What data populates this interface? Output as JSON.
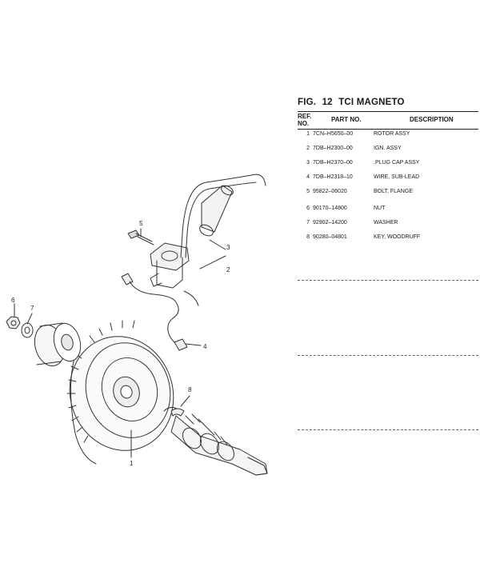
{
  "header": {
    "fig_label": "FIG.",
    "fig_number": "12",
    "fig_title": "TCI MAGNETO"
  },
  "columns": {
    "ref": "REF.",
    "no": "NO.",
    "part_no": "PART NO.",
    "description": "DESCRIPTION"
  },
  "parts": [
    {
      "ref": "1",
      "part_no": "7CN–H5650–00",
      "description": "ROTOR ASSY"
    },
    {
      "ref": "2",
      "part_no": "7DB–H2300–00",
      "description": "IGN. ASSY"
    },
    {
      "ref": "3",
      "part_no": "7DB–H2370–00",
      "description": ".PLUG CAP ASSY"
    },
    {
      "ref": "4",
      "part_no": "7DB–H2318–10",
      "description": "WIRE, SUB-LEAD"
    },
    {
      "ref": "5",
      "part_no": "95822–06020",
      "description": "BOLT, FLANGE"
    },
    {
      "ref": "6",
      "part_no": "90170–14800",
      "description": "NUT"
    },
    {
      "ref": "7",
      "part_no": "92902–14200",
      "description": "WASHER"
    },
    {
      "ref": "8",
      "part_no": "90280–04801",
      "description": "KEY, WOODRUFF"
    }
  ],
  "callouts": [
    "1",
    "2",
    "3",
    "4",
    "5",
    "6",
    "7",
    "8"
  ],
  "colors": {
    "ink": "#1a1a1a",
    "paper": "#ffffff"
  }
}
